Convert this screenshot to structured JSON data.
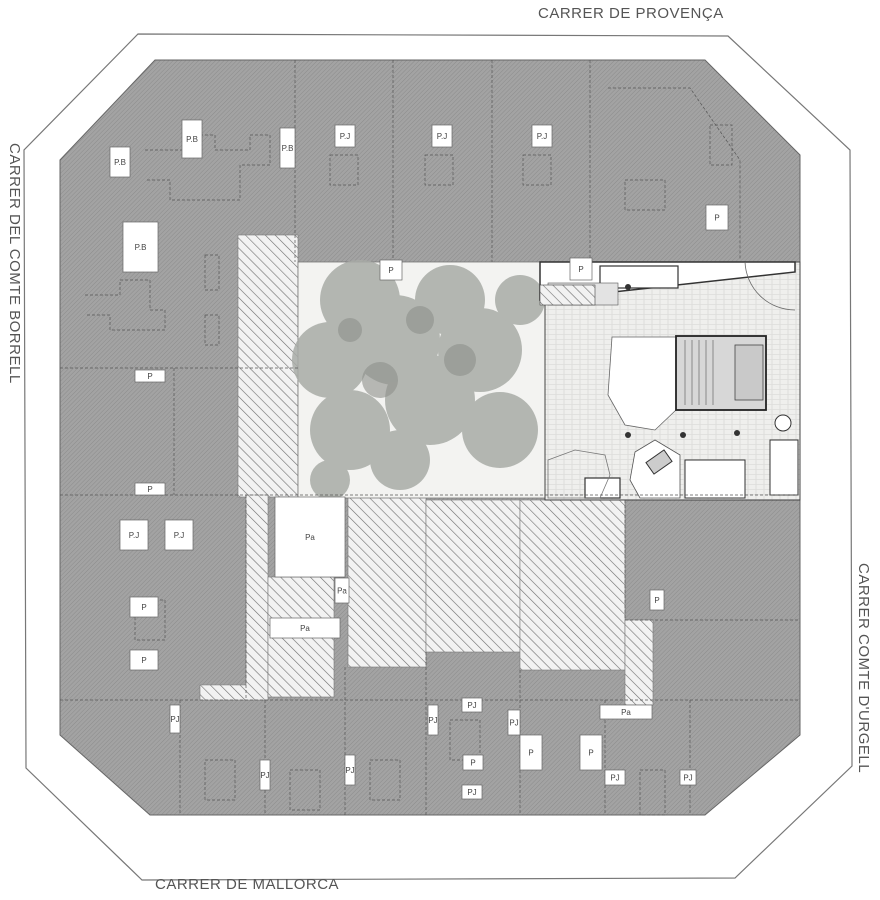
{
  "streets": {
    "top": "CARRER DE PROVENÇA",
    "left": "CARRER DEL COMTE BORRELL",
    "right": "CARRER COMTE D'URGELL",
    "bottom": "CARRER DE MALLORCA"
  },
  "plot_labels": [
    "P.B",
    "P.B",
    "P.B",
    "P.B",
    "P.J",
    "P.J",
    "P.J",
    "P",
    "P",
    "P",
    "P",
    "Pa",
    "Pa",
    "Pa",
    "Pa",
    "PJ",
    "PJ",
    "PJ",
    "PJ",
    "PJ",
    "PJ",
    "PJ",
    "P",
    "P",
    "P",
    "P",
    "PJ",
    "PJ",
    "P",
    "P",
    "P.J",
    "P.J",
    "P"
  ],
  "colors": {
    "block_fill": "#9a9a9a",
    "hatch": "#7d7d7d",
    "courtyard": "#f1f1ef",
    "tree": "#a8aba6",
    "paving": "#ececea",
    "outline": "#555555"
  }
}
